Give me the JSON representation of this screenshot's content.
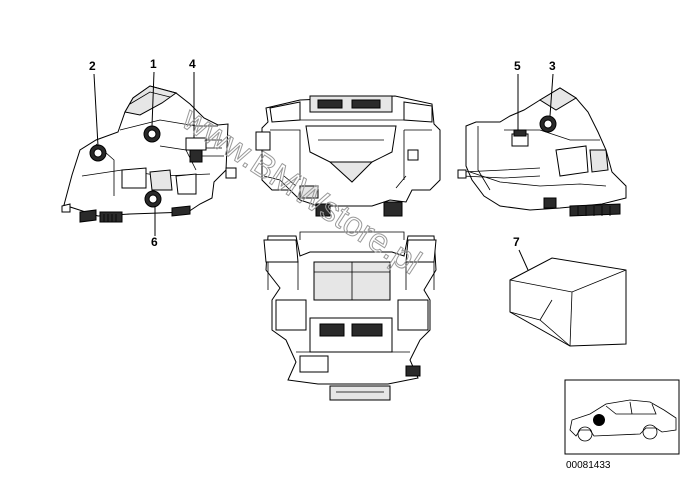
{
  "callouts": [
    "1",
    "2",
    "3",
    "4",
    "5",
    "6",
    "7"
  ],
  "watermark": "www.BMWstore.pl",
  "reference_number": "00081433",
  "colors": {
    "ink": "#000000",
    "paper": "#ffffff",
    "watermark": "#9a9a9a",
    "marker": "#000000"
  },
  "icons": [
    "heater-housing-left-icon",
    "heater-housing-front-icon",
    "heater-housing-right-icon",
    "heater-housing-rear-icon",
    "foam-pad-box-icon",
    "car-location-icon"
  ]
}
